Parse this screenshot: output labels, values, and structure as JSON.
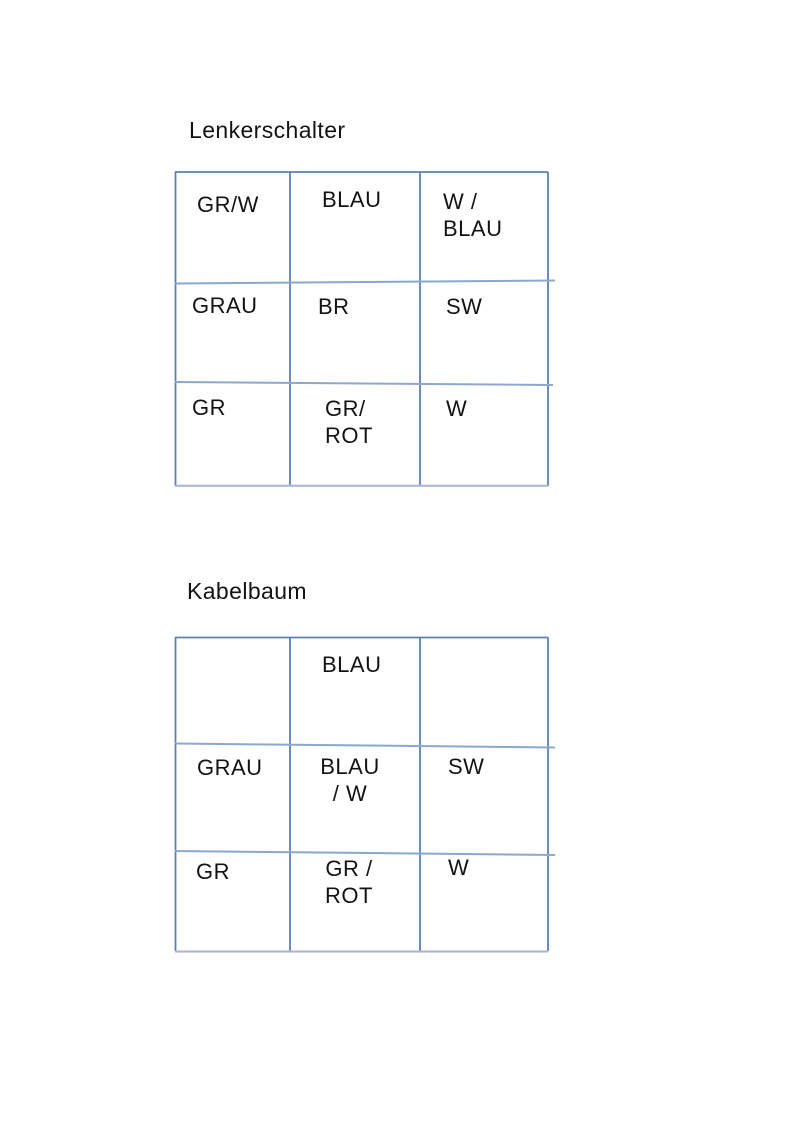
{
  "document": {
    "background": "#ffffff",
    "text_color": "#131313"
  },
  "colors": {
    "border_main": "#5b80b2",
    "border_light": "#8ca8cd",
    "border_faint": "#a6b6ce"
  },
  "sections": [
    {
      "title": "Lenkerschalter",
      "rows": 3,
      "cols": 3,
      "cells": [
        "GR/W",
        "BLAU",
        "W /\nBLAU",
        "GRAU",
        "BR",
        "SW",
        "GR",
        "GR/\nROT",
        "W"
      ]
    },
    {
      "title": "Kabelbaum",
      "rows": 3,
      "cols": 3,
      "cells": [
        "",
        "BLAU",
        "",
        "GRAU",
        "BLAU\n/ W",
        "SW",
        "GR",
        "GR /\nROT",
        "W"
      ]
    }
  ]
}
